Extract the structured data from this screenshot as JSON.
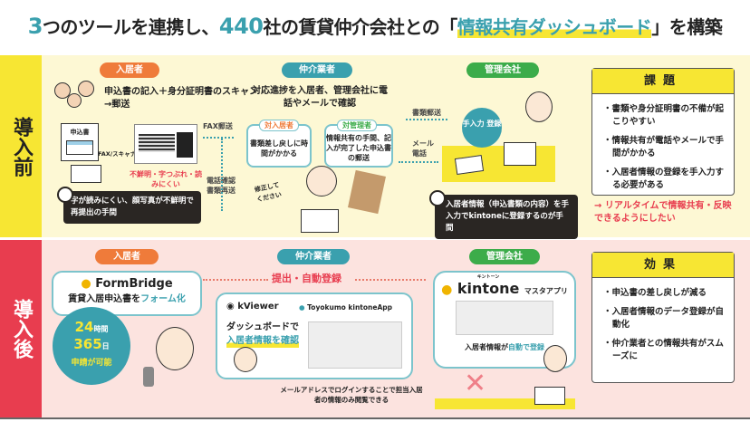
{
  "title": {
    "p1": "3",
    "p2": "つのツールを連携し、",
    "p3": "440",
    "p4": "社の賃貸仲介会社との「",
    "p5": "情報共有ダッシュボード",
    "p6": "」を構築"
  },
  "before": {
    "label": "導入前",
    "roles": {
      "tenant": "入居者",
      "broker": "仲介業者",
      "manager": "管理会社"
    },
    "tenant_desc": "申込書の記入＋身分証明書のスキャン→郵送",
    "form_label": "申込書",
    "fax_scan": "FAX/スキャナ",
    "fax_post": "FAX郵送",
    "unclear": "不鮮明・字つぶれ・読みにくい",
    "phone_resend": "電話確認 書類再送",
    "tenant_problem": "字が読みにくい、顔写真が不鮮明で再提出の手間",
    "broker_desc": "対応進捗を入居者、管理会社に電話やメールで確認",
    "to_tenant_tag": "対入居者",
    "to_tenant_text": "書類差し戻しに時間がかかる",
    "to_manager_tag": "対管理者",
    "to_manager_text": "情報共有の手間、記入が完了した申込書の郵送",
    "speech": "修正して ください",
    "doc_post": "書類郵送",
    "mail_phone": "メール 電話",
    "manual_bubble": "手入力 登録",
    "manager_problem": "入居者情報（申込書類の内容）を手入力でkintoneに登録するのが手間",
    "issues_title": "課題",
    "issues": [
      "書類や身分証明書の不備が起こりやすい",
      "情報共有が電話やメールで手間がかかる",
      "入居者情報の登録を手入力する必要がある"
    ],
    "goal": "→ リアルタイムで情報共有・反映できるようにしたい"
  },
  "after": {
    "label": "導入後",
    "roles": {
      "tenant": "入居者",
      "broker": "仲介業者",
      "manager": "管理会社"
    },
    "formbridge": "FormBridge",
    "formbridge_desc_1": "賃貸入居申込書を",
    "formbridge_desc_2": "フォーム化",
    "submit": "提出・自動登録",
    "kviewer": "kViewer",
    "kintoneapp": "Toyokumo kintoneApp",
    "dash_1": "ダッシュボードで",
    "dash_2": "入居者情報を確認",
    "login_note": "メールアドレスでログインすることで担当入居者の情報のみ閲覧できる",
    "hours": "24",
    "hours_unit": "時間",
    "days": "365",
    "days_unit": "日",
    "apply": "申請が可能",
    "kintone": "kintone",
    "kintone_ruby": "キントーン",
    "master_app": "マスタアプリ",
    "auto_1": "入居者情報が",
    "auto_2": "自動で登録",
    "effects_title": "効果",
    "effects": [
      "申込書の差し戻しが減る",
      "入居者情報のデータ登録が自動化",
      "仲介業者との情報共有がスムーズに"
    ]
  },
  "colors": {
    "teal": "#3aa0ae",
    "orange": "#ef7b3a",
    "green": "#3cac4a",
    "yellow": "#f7e633",
    "red": "#e83d4f"
  }
}
